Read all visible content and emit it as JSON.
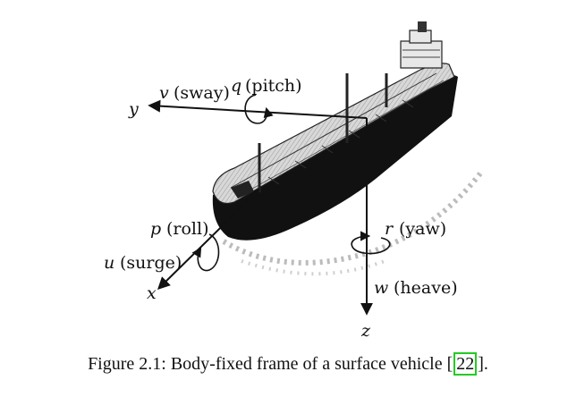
{
  "figure": {
    "axes": {
      "y_axis_label": "y",
      "x_axis_label": "x",
      "z_axis_label": "z"
    },
    "motions": {
      "sway_symbol": "v",
      "sway_text": "(sway)",
      "pitch_symbol": "q",
      "pitch_text": "(pitch)",
      "roll_symbol": "p",
      "roll_text": "(roll)",
      "surge_symbol": "u",
      "surge_text": "(surge)",
      "yaw_symbol": "r",
      "yaw_text": "(yaw)",
      "heave_symbol": "w",
      "heave_text": "(heave)"
    },
    "caption": {
      "prefix": "Figure 2.1: Body-fixed frame of a surface vehicle [",
      "reference": "22",
      "suffix": "]."
    },
    "colors": {
      "reference_highlight": "#22cc22"
    }
  }
}
